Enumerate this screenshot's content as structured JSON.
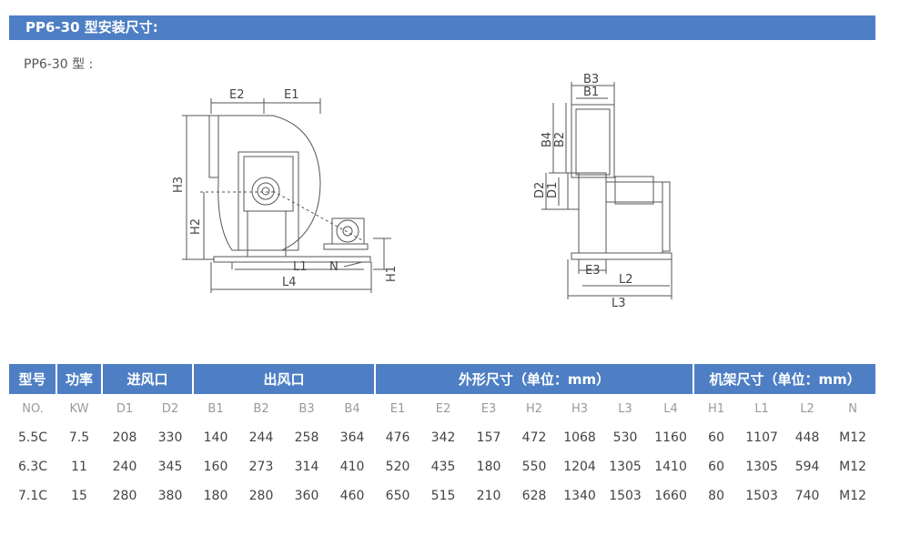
{
  "header": {
    "title": "PP6-30 型安装尺寸:"
  },
  "subtitle": "PP6-30 型 :",
  "drawing": {
    "labels": {
      "e2": "E2",
      "e1": "E1",
      "h3": "H3",
      "h2": "H2",
      "l1": "L1",
      "n": "N",
      "h1": "H1",
      "l4": "L4",
      "b3": "B3",
      "b1": "B1",
      "b4": "B4",
      "b2": "B2",
      "d2": "D2",
      "d1": "D1",
      "e3": "E3",
      "l2": "L2",
      "l3": "L3"
    }
  },
  "table": {
    "groups": [
      "型号",
      "功率",
      "进风口",
      "出风口",
      "外形尺寸（单位：mm）",
      "机架尺寸（单位：mm）"
    ],
    "columns": [
      "NO.",
      "KW",
      "D1",
      "D2",
      "B1",
      "B2",
      "B3",
      "B4",
      "E1",
      "E2",
      "E3",
      "H2",
      "H3",
      "L3",
      "L4",
      "H1",
      "L1",
      "L2",
      "N"
    ],
    "rows": [
      [
        "5.5C",
        "7.5",
        "208",
        "330",
        "140",
        "244",
        "258",
        "364",
        "476",
        "342",
        "157",
        "472",
        "1068",
        "530",
        "1160",
        "60",
        "1107",
        "448",
        "M12"
      ],
      [
        "6.3C",
        "11",
        "240",
        "345",
        "160",
        "273",
        "314",
        "410",
        "520",
        "435",
        "180",
        "550",
        "1204",
        "1305",
        "1410",
        "60",
        "1305",
        "594",
        "M12"
      ],
      [
        "7.1C",
        "15",
        "280",
        "380",
        "180",
        "280",
        "360",
        "460",
        "650",
        "515",
        "210",
        "628",
        "1340",
        "1503",
        "1660",
        "80",
        "1503",
        "740",
        "M12"
      ]
    ]
  }
}
